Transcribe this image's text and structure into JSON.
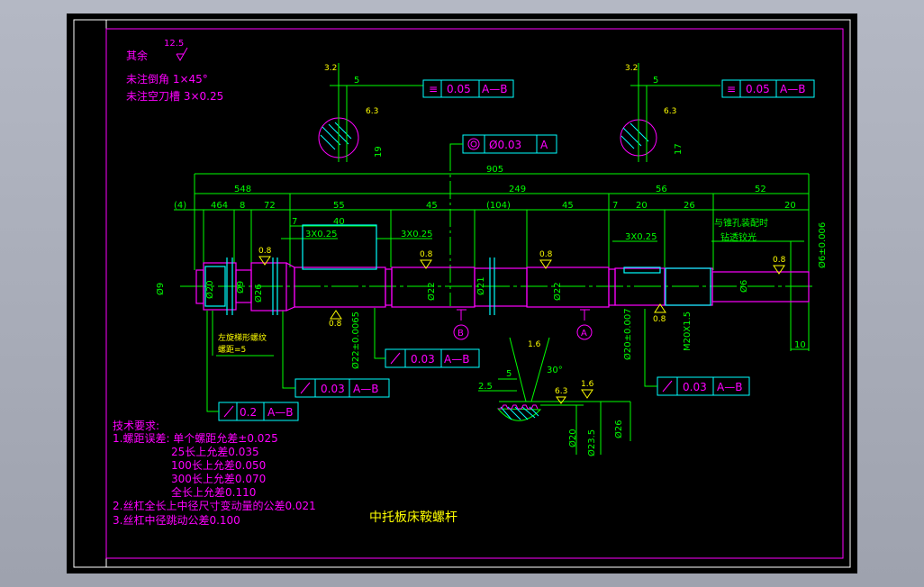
{
  "notes_top": {
    "roughness_label": "其余",
    "roughness_value": "12.5",
    "chamfer": "未注倒角 1×45°",
    "groove": "未注空刀槽 3×0.25"
  },
  "tech_req": {
    "title": "技术要求:",
    "lines": [
      "1.螺距误差: 单个螺距允差±0.025",
      "25长上允差0.035",
      "100长上允差0.050",
      "300长上允差0.070",
      "全长上允差0.110",
      "2.丝杠全长上中径尺寸变动量的公差0.021",
      "3.丝杠中径跳动公差0.100"
    ]
  },
  "title": "中托板床鞍螺杆",
  "dims": {
    "d905": "905",
    "d548": "548",
    "d249": "249",
    "d56": "56",
    "d52": "52",
    "d4": "(4)",
    "d464": "464",
    "d8": "8",
    "d72": "72",
    "d55": "55",
    "d45a": "45",
    "d104": "(104)",
    "d45b": "45",
    "d7a": "7",
    "d20a": "20",
    "d26": "26",
    "d20b": "20",
    "d7b": "7",
    "d40": "40",
    "g1": "3X0.25",
    "g2": "3X0.25",
    "g3": "3X0.25",
    "dia9": "Ø9",
    "dia20": "Ø20",
    "dia9b": "Ø9",
    "dia26": "Ø26",
    "dia22a": "Ø22",
    "dia21": "Ø21",
    "dia22b": "Ø22",
    "dia22tol": "Ø22±0.0065",
    "dia20tol": "Ø20±0.007",
    "m20": "M20X1.5",
    "dia6": "Ø6",
    "dia6tol": "Ø6±0.006",
    "d10": "10",
    "thread_note": "左旋梯形螺纹",
    "thread_spec": "螺距=5",
    "pin_note1": "与锥孔装配时",
    "pin_note2": "钻透铰光",
    "t5": "5",
    "t25": "2.5",
    "t30": "30°",
    "td20": "Ø20",
    "td235": "Ø23.5",
    "td26": "Ø26"
  },
  "roughness": [
    "0.8",
    "0.8",
    "0.8",
    "0.8",
    "0.8",
    "0.8",
    "6.3",
    "6.3",
    "6.3",
    "1.6",
    "3.2",
    "3.2",
    "1.6"
  ],
  "datums": [
    "B",
    "A"
  ],
  "tolerance_frames": [
    {
      "symbol": "symmetry",
      "value": "0.05",
      "datum": "A—B"
    },
    {
      "symbol": "symmetry",
      "value": "0.05",
      "datum": "A—B"
    },
    {
      "symbol": "concentricity",
      "value": "Ø0.03",
      "datum": "A"
    },
    {
      "symbol": "runout",
      "value": "0.03",
      "datum": "A—B"
    },
    {
      "symbol": "runout",
      "value": "0.03",
      "datum": "A—B"
    },
    {
      "symbol": "runout",
      "value": "0.2",
      "datum": "A—B"
    },
    {
      "symbol": "runout",
      "value": "0.03",
      "datum": "A—B"
    }
  ],
  "section_dims": [
    "5",
    "19",
    "5",
    "17"
  ],
  "colors": {
    "background": "#000000",
    "outline": "#ff00ff",
    "dimension": "#00ff00",
    "roughness": "#ffff00",
    "frame": "#00ffff"
  }
}
